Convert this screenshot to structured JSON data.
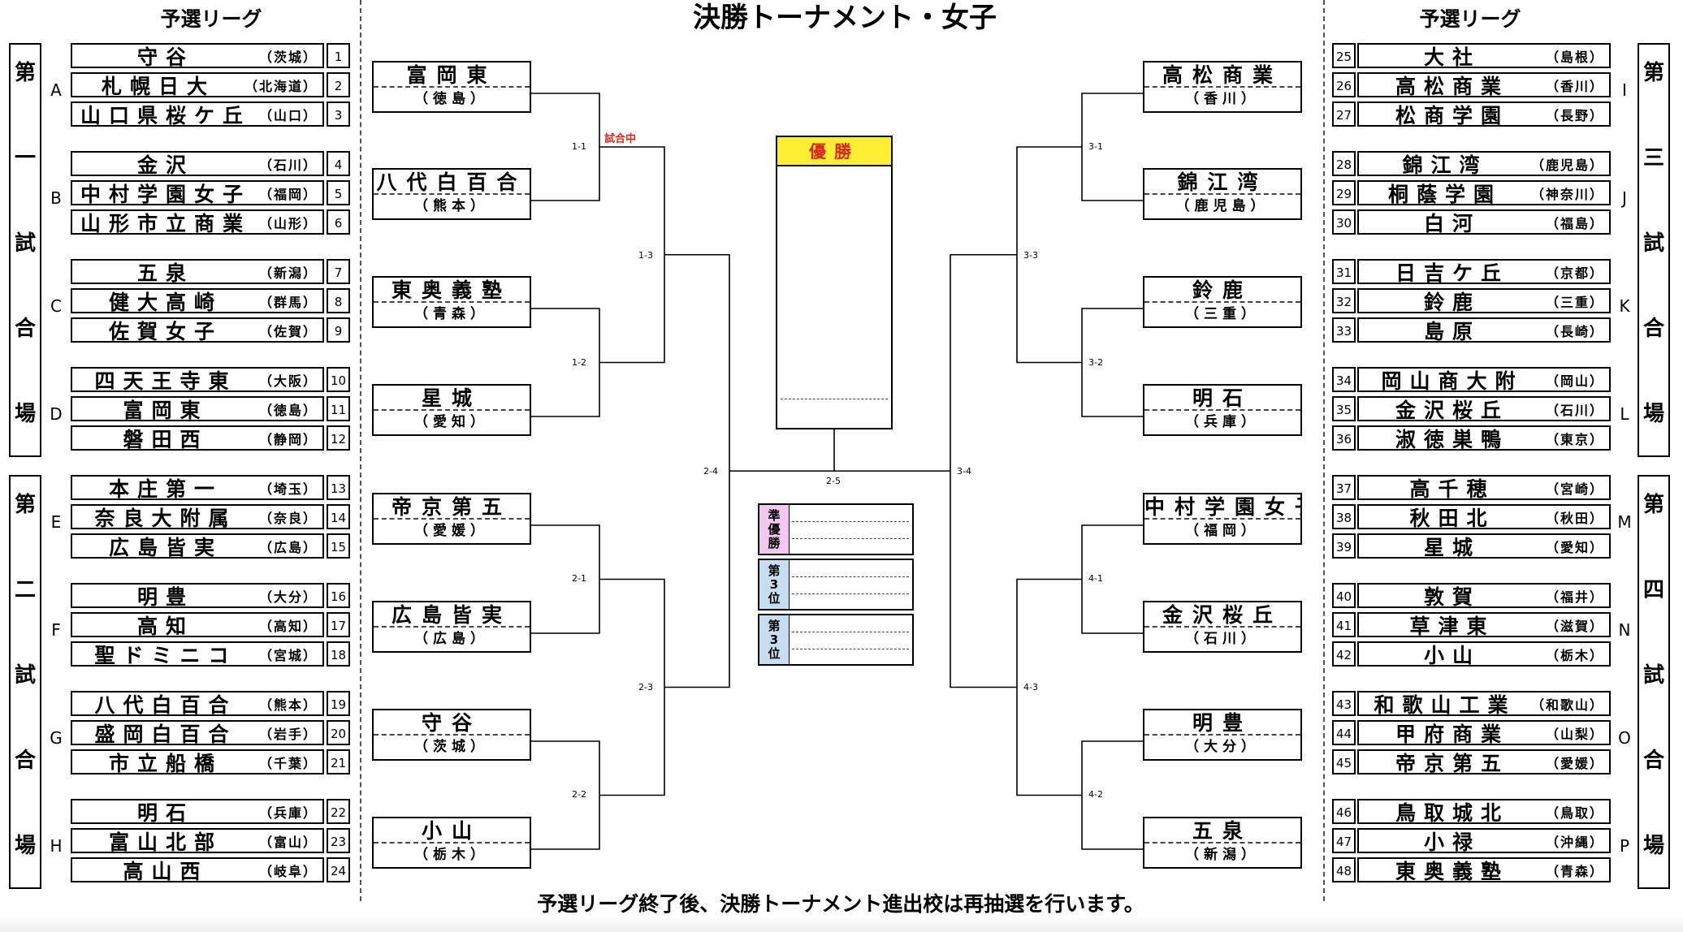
{
  "title": "決勝トーナメント・女子",
  "league_heading": "予選リーグ",
  "footer_note": "予選リーグ終了後、決勝トーナメント進出校は再抽選を行います。",
  "fields": [
    {
      "label": "第一試合場",
      "chars": [
        "第",
        "一",
        "試",
        "合",
        "場"
      ]
    },
    {
      "label": "第二試合場",
      "chars": [
        "第",
        "二",
        "試",
        "合",
        "場"
      ]
    },
    {
      "label": "第三試合場",
      "chars": [
        "第",
        "三",
        "試",
        "合",
        "場"
      ]
    },
    {
      "label": "第四試合場",
      "chars": [
        "第",
        "四",
        "試",
        "合",
        "場"
      ]
    }
  ],
  "groups_left": [
    {
      "letter": "A",
      "teams": [
        {
          "no": "1",
          "name": "守谷",
          "pref": "（茨城）"
        },
        {
          "no": "2",
          "name": "札幌日大",
          "pref": "（北海道）"
        },
        {
          "no": "3",
          "name": "山口県桜ケ丘",
          "pref": "（山口）"
        }
      ]
    },
    {
      "letter": "B",
      "teams": [
        {
          "no": "4",
          "name": "金沢",
          "pref": "（石川）"
        },
        {
          "no": "5",
          "name": "中村学園女子",
          "pref": "（福岡）"
        },
        {
          "no": "6",
          "name": "山形市立商業",
          "pref": "（山形）"
        }
      ]
    },
    {
      "letter": "C",
      "teams": [
        {
          "no": "7",
          "name": "五泉",
          "pref": "（新潟）"
        },
        {
          "no": "8",
          "name": "健大高崎",
          "pref": "（群馬）"
        },
        {
          "no": "9",
          "name": "佐賀女子",
          "pref": "（佐賀）"
        }
      ]
    },
    {
      "letter": "D",
      "teams": [
        {
          "no": "10",
          "name": "四天王寺東",
          "pref": "（大阪）"
        },
        {
          "no": "11",
          "name": "富岡東",
          "pref": "（徳島）"
        },
        {
          "no": "12",
          "name": "磐田西",
          "pref": "（静岡）"
        }
      ]
    },
    {
      "letter": "E",
      "teams": [
        {
          "no": "13",
          "name": "本庄第一",
          "pref": "（埼玉）"
        },
        {
          "no": "14",
          "name": "奈良大附属",
          "pref": "（奈良）"
        },
        {
          "no": "15",
          "name": "広島皆実",
          "pref": "（広島）"
        }
      ]
    },
    {
      "letter": "F",
      "teams": [
        {
          "no": "16",
          "name": "明豊",
          "pref": "（大分）"
        },
        {
          "no": "17",
          "name": "高知",
          "pref": "（高知）"
        },
        {
          "no": "18",
          "name": "聖ドミニコ",
          "pref": "（宮城）"
        }
      ]
    },
    {
      "letter": "G",
      "teams": [
        {
          "no": "19",
          "name": "八代白百合",
          "pref": "（熊本）"
        },
        {
          "no": "20",
          "name": "盛岡白百合",
          "pref": "（岩手）"
        },
        {
          "no": "21",
          "name": "市立船橋",
          "pref": "（千葉）"
        }
      ]
    },
    {
      "letter": "H",
      "teams": [
        {
          "no": "22",
          "name": "明石",
          "pref": "（兵庫）"
        },
        {
          "no": "23",
          "name": "富山北部",
          "pref": "（富山）"
        },
        {
          "no": "24",
          "name": "高山西",
          "pref": "（岐阜）"
        }
      ]
    }
  ],
  "groups_right": [
    {
      "letter": "I",
      "teams": [
        {
          "no": "25",
          "name": "大社",
          "pref": "（島根）"
        },
        {
          "no": "26",
          "name": "高松商業",
          "pref": "（香川）"
        },
        {
          "no": "27",
          "name": "松商学園",
          "pref": "（長野）"
        }
      ]
    },
    {
      "letter": "J",
      "teams": [
        {
          "no": "28",
          "name": "錦江湾",
          "pref": "（鹿児島）"
        },
        {
          "no": "29",
          "name": "桐蔭学園",
          "pref": "（神奈川）"
        },
        {
          "no": "30",
          "name": "白河",
          "pref": "（福島）"
        }
      ]
    },
    {
      "letter": "K",
      "teams": [
        {
          "no": "31",
          "name": "日吉ケ丘",
          "pref": "（京都）"
        },
        {
          "no": "32",
          "name": "鈴鹿",
          "pref": "（三重）"
        },
        {
          "no": "33",
          "name": "島原",
          "pref": "（長崎）"
        }
      ]
    },
    {
      "letter": "L",
      "teams": [
        {
          "no": "34",
          "name": "岡山商大附",
          "pref": "（岡山）"
        },
        {
          "no": "35",
          "name": "金沢桜丘",
          "pref": "（石川）"
        },
        {
          "no": "36",
          "name": "淑徳巣鴨",
          "pref": "（東京）"
        }
      ]
    },
    {
      "letter": "M",
      "teams": [
        {
          "no": "37",
          "name": "高千穂",
          "pref": "（宮崎）"
        },
        {
          "no": "38",
          "name": "秋田北",
          "pref": "（秋田）"
        },
        {
          "no": "39",
          "name": "星城",
          "pref": "（愛知）"
        }
      ]
    },
    {
      "letter": "N",
      "teams": [
        {
          "no": "40",
          "name": "敦賀",
          "pref": "（福井）"
        },
        {
          "no": "41",
          "name": "草津東",
          "pref": "（滋賀）"
        },
        {
          "no": "42",
          "name": "小山",
          "pref": "（栃木）"
        }
      ]
    },
    {
      "letter": "O",
      "teams": [
        {
          "no": "43",
          "name": "和歌山工業",
          "pref": "（和歌山）"
        },
        {
          "no": "44",
          "name": "甲府商業",
          "pref": "（山梨）"
        },
        {
          "no": "45",
          "name": "帝京第五",
          "pref": "（愛媛）"
        }
      ]
    },
    {
      "letter": "P",
      "teams": [
        {
          "no": "46",
          "name": "鳥取城北",
          "pref": "（鳥取）"
        },
        {
          "no": "47",
          "name": "小禄",
          "pref": "（沖縄）"
        },
        {
          "no": "48",
          "name": "東奥義塾",
          "pref": "（青森）"
        }
      ]
    }
  ],
  "bracket_left": [
    {
      "name": "富岡東",
      "pref": "（徳島）"
    },
    {
      "name": "八代白百合",
      "pref": "（熊本）"
    },
    {
      "name": "東奥義塾",
      "pref": "（青森）"
    },
    {
      "name": "星城",
      "pref": "（愛知）"
    },
    {
      "name": "帝京第五",
      "pref": "（愛媛）"
    },
    {
      "name": "広島皆実",
      "pref": "（広島）"
    },
    {
      "name": "守谷",
      "pref": "（茨城）"
    },
    {
      "name": "小山",
      "pref": "（栃木）"
    }
  ],
  "bracket_right": [
    {
      "name": "高松商業",
      "pref": "（香川）"
    },
    {
      "name": "錦江湾",
      "pref": "（鹿児島）"
    },
    {
      "name": "鈴鹿",
      "pref": "（三重）"
    },
    {
      "name": "明石",
      "pref": "（兵庫）"
    },
    {
      "name": "中村学園女子",
      "pref": "（福岡）"
    },
    {
      "name": "金沢桜丘",
      "pref": "（石川）"
    },
    {
      "name": "明豊",
      "pref": "（大分）"
    },
    {
      "name": "五泉",
      "pref": "（新潟）"
    }
  ],
  "match_labels": {
    "m1_1": "1-1",
    "m1_2": "1-2",
    "m1_3": "1-3",
    "m2_1": "2-1",
    "m2_2": "2-2",
    "m2_3": "2-3",
    "m2_4": "2-4",
    "m2_5": "2-5",
    "m3_1": "3-1",
    "m3_2": "3-2",
    "m3_3": "3-3",
    "m3_4": "3-4",
    "m4_1": "4-1",
    "m4_2": "4-2",
    "m4_3": "4-3"
  },
  "in_progress_label": "試合中",
  "champion_label": "優勝",
  "runner_up_label": [
    "準",
    "優",
    "勝"
  ],
  "third_label": [
    "第",
    "3",
    "位"
  ],
  "colors": {
    "champion_bg": "#ffee33",
    "runner_up_bg": "#f0c8f0",
    "third_bg": "#c8ddf0",
    "in_progress": "#d8281e"
  }
}
